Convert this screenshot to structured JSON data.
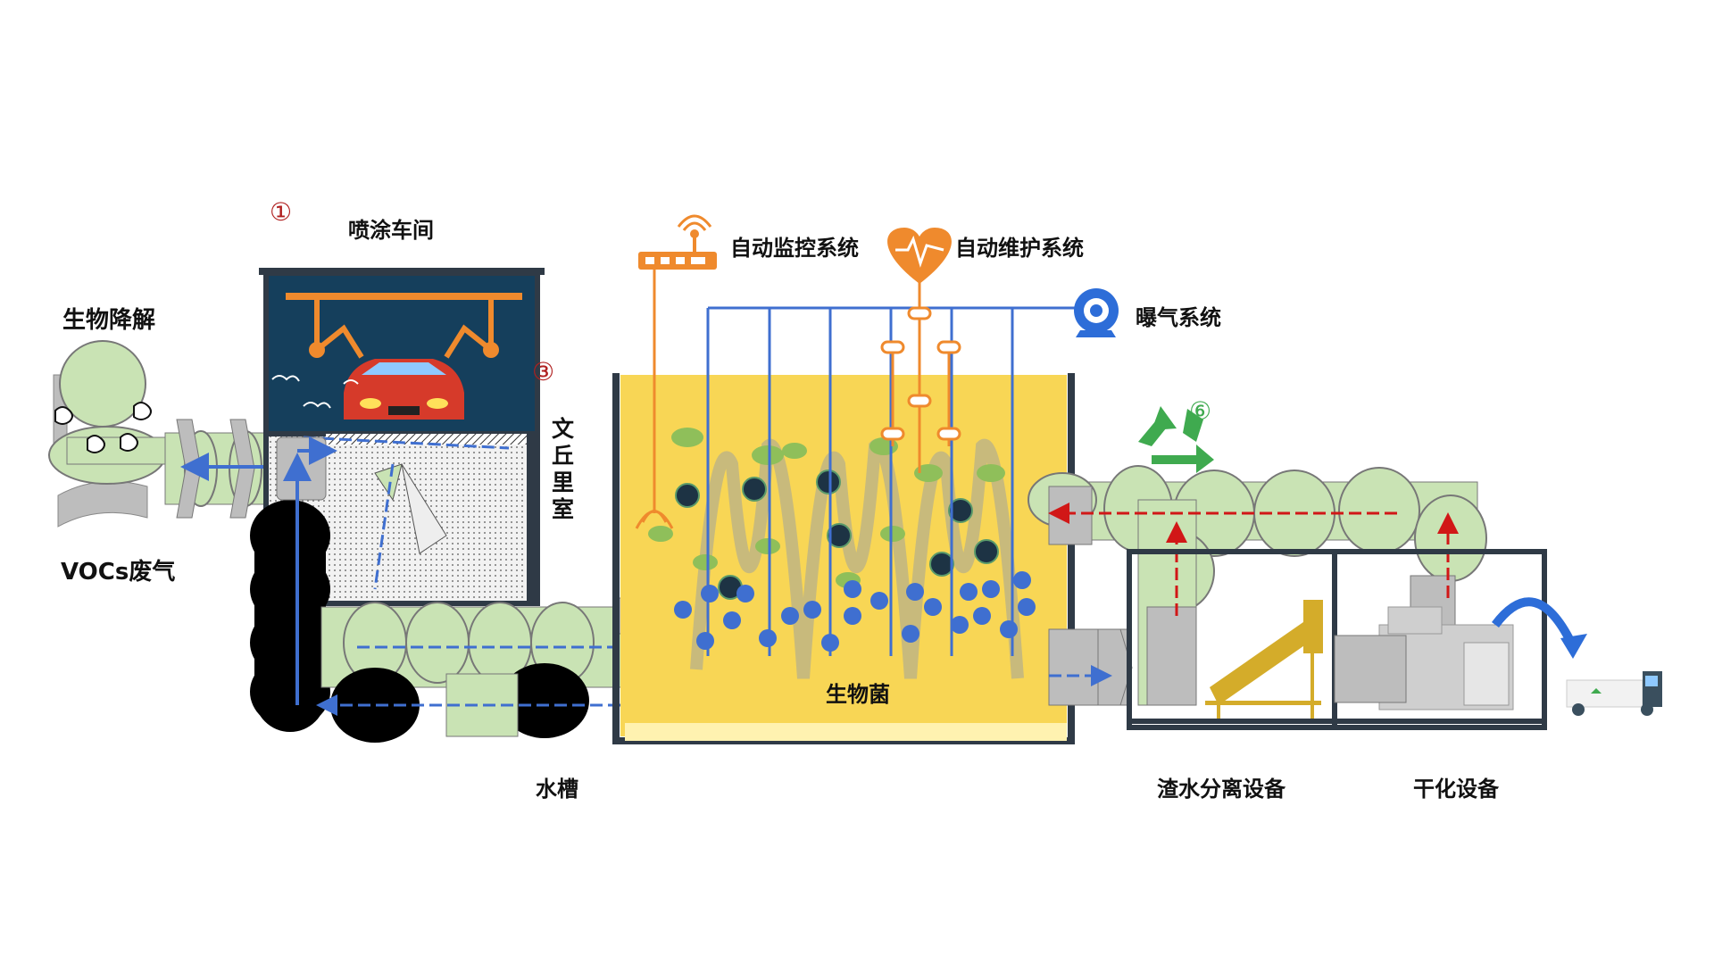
{
  "labels": {
    "spray_shop": "喷涂车间",
    "bio_degrade": "生物降解",
    "voc_gas": "VOCs废气",
    "venturi": "文丘里室",
    "water_tank": "水槽",
    "auto_monitor": "自动监控系统",
    "auto_maintain": "自动维护系统",
    "aeration": "曝气系统",
    "bacteria": "生物菌",
    "separator": "渣水分离设备",
    "dryer": "干化设备"
  },
  "markers": {
    "step1": "①",
    "step3": "③",
    "step6": "⑥"
  },
  "colors": {
    "dark_frame": "#2f3a46",
    "tank_yellow": "#f8d655",
    "pipe_green": "#c9e3b4",
    "pipe_grey": "#bdbdbd",
    "flow_blue": "#3f6fd0",
    "flow_red": "#d11717",
    "accent_orange": "#ef8a2d",
    "booth_navy": "#153f5c",
    "recycle_green": "#3faa4f"
  },
  "icons": [
    "antenna-icon",
    "heart-pulse-icon",
    "blower-icon",
    "recycle-icon",
    "car-icon",
    "truck-icon"
  ]
}
